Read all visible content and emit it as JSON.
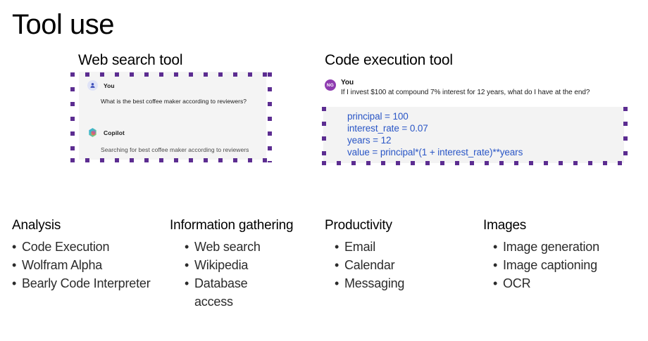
{
  "slide": {
    "title": "Tool use"
  },
  "panels": {
    "web_search": {
      "heading": "Web search tool",
      "messages": [
        {
          "avatar": "user-avatar-icon",
          "author": "You",
          "text": "What is the best coffee maker according to reviewers?"
        },
        {
          "avatar": "copilot-logo-icon",
          "author": "Copilot",
          "text": "Searching for best coffee maker according to reviewers"
        }
      ]
    },
    "code_execution": {
      "heading": "Code execution tool",
      "user": {
        "avatar_initials": "NG",
        "author": "You",
        "text": "If I invest $100 at compound 7% interest for 12 years, what do I have at the end?"
      },
      "code_lines": [
        "principal = 100",
        "interest_rate = 0.07",
        "years = 12",
        "value = principal*(1 + interest_rate)**years"
      ]
    }
  },
  "categories": [
    {
      "title": "Analysis",
      "items": [
        "Code Execution",
        "Wolfram Alpha",
        "Bearly Code Interpreter"
      ]
    },
    {
      "title": "Information gathering",
      "items": [
        "Web search",
        "Wikipedia",
        "Database access"
      ]
    },
    {
      "title": "Productivity",
      "items": [
        "Email",
        "Calendar",
        "Messaging"
      ]
    },
    {
      "title": "Images",
      "items": [
        "Image generation",
        "Image captioning",
        "OCR"
      ]
    }
  ],
  "colors": {
    "dotted_border": "#5c2d91",
    "code_text": "#2a56c6",
    "card_background": "#f4f4f4",
    "ng_avatar": "#8e3bb0",
    "you_avatar": "#dfe3f7"
  }
}
